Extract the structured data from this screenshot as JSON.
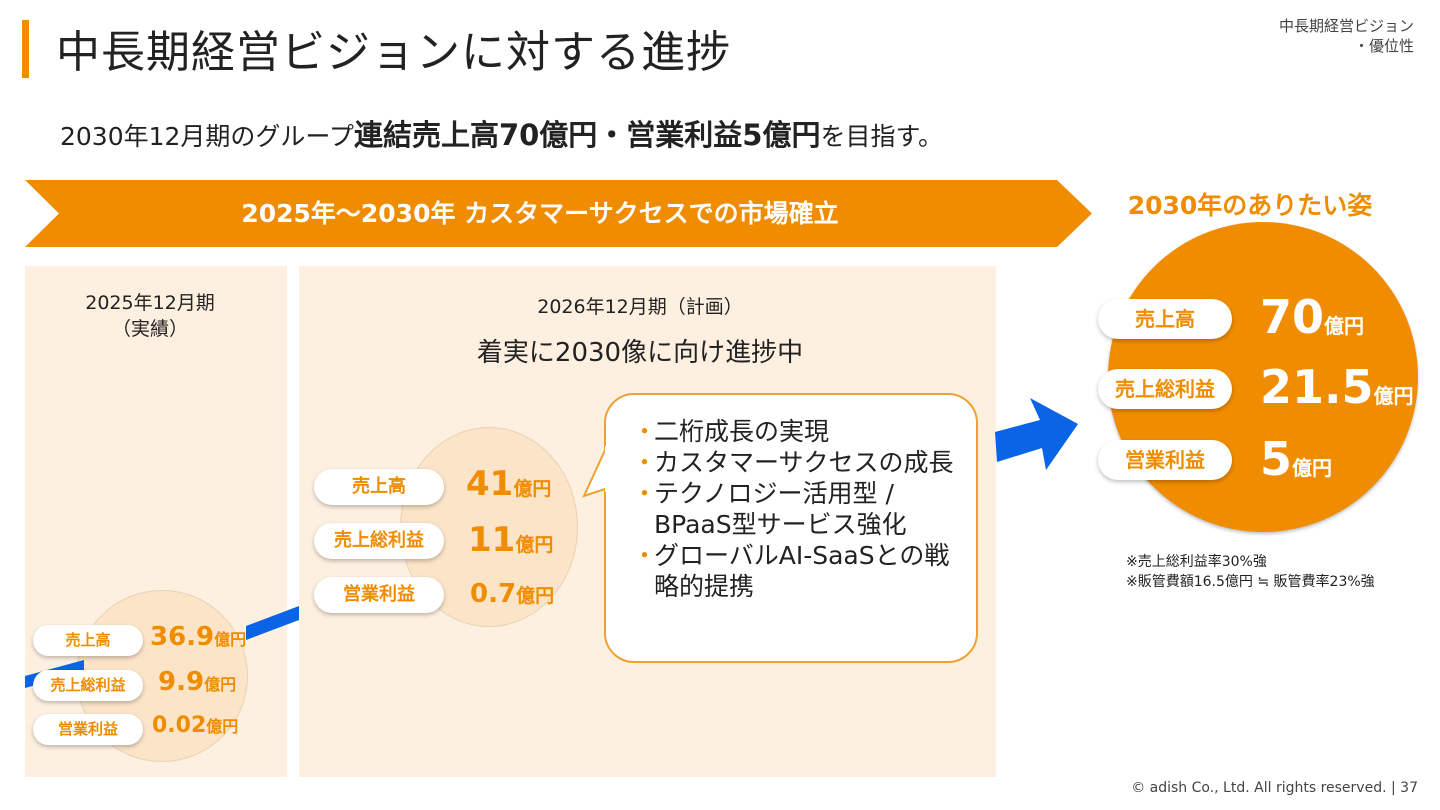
{
  "header": {
    "title": "中長期経営ビジョンに対する進捗",
    "section_line1": "中長期経営ビジョン",
    "section_line2": "・優位性"
  },
  "lead": {
    "prefix": "2030年12月期のグループ",
    "emphasis": "連結売上高70億円・営業利益5億円",
    "suffix": "を目指す。"
  },
  "banner": {
    "text": "2025年〜2030年 カスタマーサクセスでの市場確立"
  },
  "goal": {
    "title": "2030年のありたい姿",
    "metrics": [
      {
        "label": "売上高",
        "value": "70",
        "unit": "億円"
      },
      {
        "label": "売上総利益",
        "value": "21.5",
        "unit": "億円"
      },
      {
        "label": "営業利益",
        "value": "5",
        "unit": "億円"
      }
    ],
    "notes": [
      "※売上総利益率30%強",
      "※販管費額16.5億円 ≒ 販管費率23%強"
    ]
  },
  "actual_2025": {
    "period_line1": "2025年12月期",
    "period_line2": "（実績）",
    "metrics": [
      {
        "label": "売上高",
        "value": "36.9",
        "unit": "億円"
      },
      {
        "label": "売上総利益",
        "value": "9.9",
        "unit": "億円"
      },
      {
        "label": "営業利益",
        "value": "0.02",
        "unit": "億円"
      }
    ]
  },
  "plan_2026": {
    "period": "2026年12月期（計画）",
    "headline": "着実に2030像に向け進捗中",
    "metrics": [
      {
        "label": "売上高",
        "value": "41",
        "unit": "億円"
      },
      {
        "label": "売上総利益",
        "value": "11",
        "unit": "億円"
      },
      {
        "label": "営業利益",
        "value": "0.7",
        "unit": "億円"
      }
    ],
    "bullet_marker": "・",
    "bullets": [
      "二桁成長の実現",
      "カスタマーサクセスの成長",
      "テクノロジー活用型 / BPaaS型サービス強化",
      "グローバルAI-SaaSとの戦略的提携"
    ]
  },
  "footer": {
    "copyright": "© adish Co., Ltd. All rights reserved.",
    "separator": "|",
    "page": "37"
  },
  "colors": {
    "accent": "#f08c00",
    "panel": "#fdf0e1",
    "arrow": "#0a64e6"
  }
}
